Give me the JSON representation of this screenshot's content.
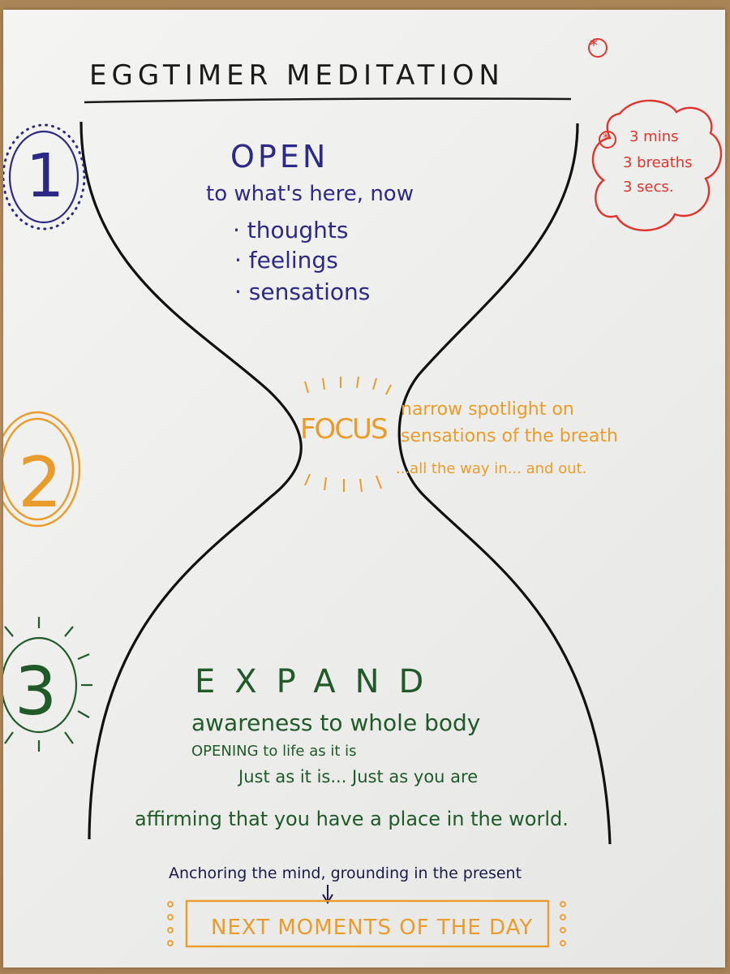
{
  "poster": {
    "title": "EGGTIMER MEDITATION",
    "asterisk": "*"
  },
  "note": {
    "asterisk": "*",
    "line1": "3 mins",
    "line2": "3 breaths",
    "line3": "3 secs."
  },
  "step1": {
    "number": "1",
    "heading": "OPEN",
    "subheading": "to what's here, now",
    "bullets": [
      "· thoughts",
      "· feelings",
      "· sensations"
    ]
  },
  "step2": {
    "number": "2",
    "heading": "FOCUS",
    "line1": "narrow spotlight on",
    "line2": "sensations of the breath",
    "line3": "...all the way in... and out."
  },
  "step3": {
    "number": "3",
    "heading": "EXPAND",
    "line1": "awareness to whole body",
    "line2": "OPENING to life as it is",
    "line3": "Just as it is... Just as you are",
    "line4": "affirming that you have a place in the world."
  },
  "footer": {
    "anchor_text": "Anchoring the mind, grounding in the present",
    "next_label": "NEXT MOMENTS OF THE DAY"
  },
  "colors": {
    "ink_black": "#1a1a1a",
    "navy": "#2c2a86",
    "orange": "#ea9c2a",
    "green": "#1f5a28",
    "red": "#e0342c"
  }
}
